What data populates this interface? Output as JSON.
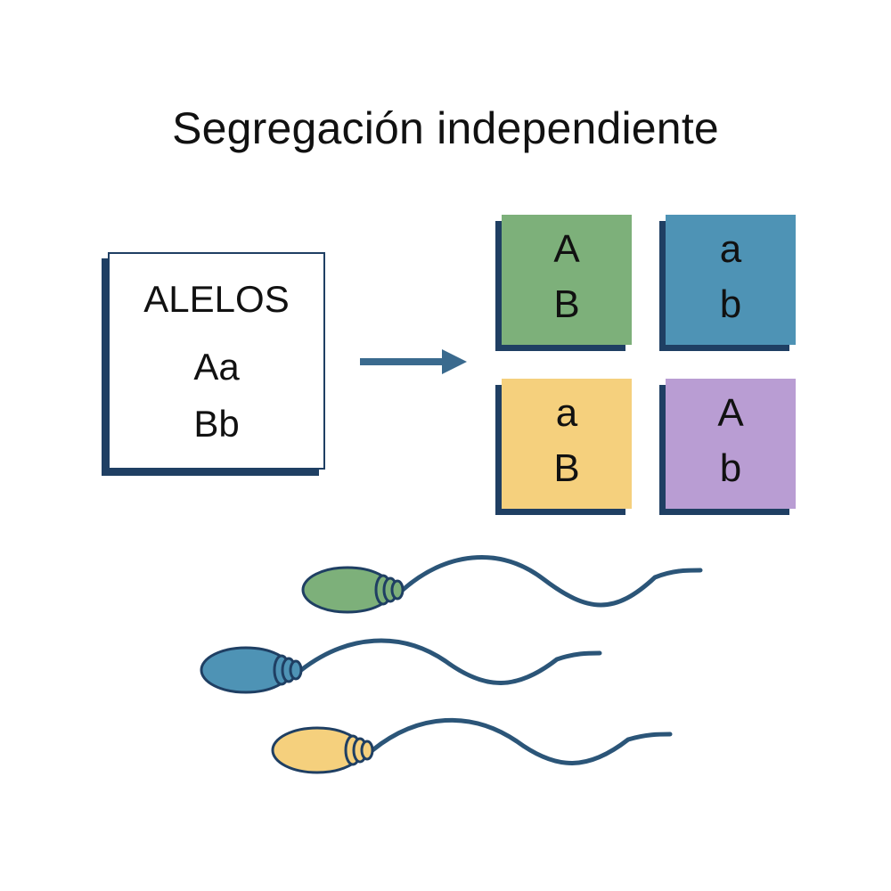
{
  "title": "Segregación independiente",
  "alleles": {
    "heading": "ALELOS",
    "line1": "Aa",
    "line2": "Bb"
  },
  "gametes": [
    {
      "top": "A",
      "bottom": "B",
      "color": "#7db07a"
    },
    {
      "top": "a",
      "bottom": "b",
      "color": "#4e93b5"
    },
    {
      "top": "a",
      "bottom": "B",
      "color": "#f5d07d"
    },
    {
      "top": "A",
      "bottom": "b",
      "color": "#b99dd3"
    }
  ],
  "colors": {
    "outline": "#1f3f63",
    "arrow": "#3a6a8e",
    "tail": "#2b5578"
  }
}
